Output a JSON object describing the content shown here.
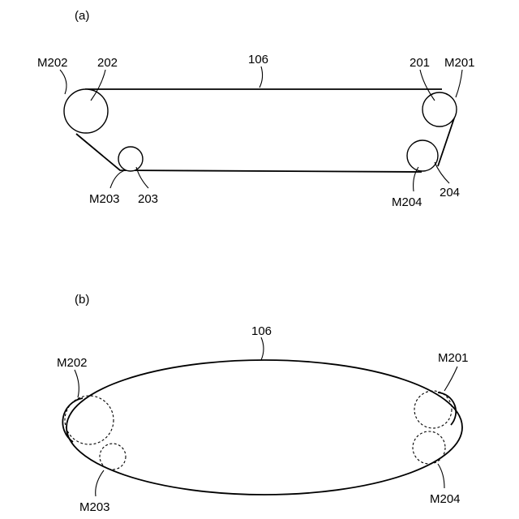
{
  "panel_a": {
    "label": "(a)",
    "belt": "106",
    "roller_202": "202",
    "mark_202": "M202",
    "roller_201": "201",
    "mark_201": "M201",
    "roller_203": "203",
    "mark_203": "M203",
    "roller_204": "204",
    "mark_204": "M204"
  },
  "panel_b": {
    "label": "(b)",
    "belt": "106",
    "mark_202": "M202",
    "mark_201": "M201",
    "mark_203": "M203",
    "mark_204": "M204"
  }
}
